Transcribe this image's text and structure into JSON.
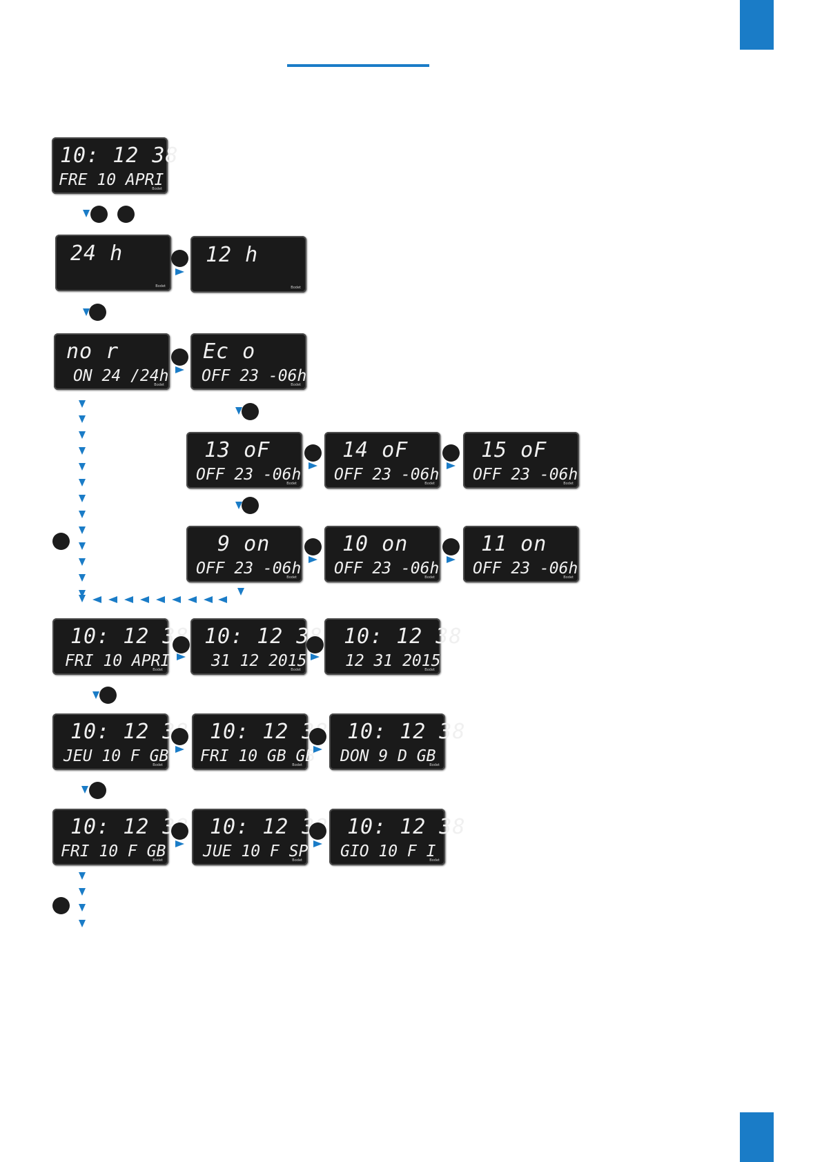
{
  "colors": {
    "accent": "#1a7cc7",
    "lcd_bg": "#1a1a1a",
    "lcd_text": "#f0f0f0",
    "dot": "#1c1c1c"
  },
  "brand_mark": "Bodet",
  "displays": {
    "start": {
      "l1": "10: 12 38",
      "l2": "FRE 10 APRI"
    },
    "h24": {
      "l1": "24 h",
      "l2": ""
    },
    "h12": {
      "l1": "12 h",
      "l2": ""
    },
    "nor": {
      "l1": "no r",
      "l2": "ON 24 /24h"
    },
    "eco": {
      "l1": "Ec o",
      "l2": "OFF 23 -06h"
    },
    "of13": {
      "l1": "13 oF",
      "l2": "OFF 23 -06h"
    },
    "of14": {
      "l1": "14 oF",
      "l2": "OFF 23 -06h"
    },
    "of15": {
      "l1": "15 oF",
      "l2": "OFF 23 -06h"
    },
    "on9": {
      "l1": " 9 on",
      "l2": "OFF 23 -06h"
    },
    "on10": {
      "l1": "10 on",
      "l2": "OFF 23 -06h"
    },
    "on11": {
      "l1": "11 on",
      "l2": "OFF 23 -06h"
    },
    "date_fri": {
      "l1": "10: 12 38",
      "l2": "FRI 10 APRI"
    },
    "date_dmy": {
      "l1": "10: 12 38",
      "l2": "31 12 2015"
    },
    "date_mdy": {
      "l1": "10: 12 38",
      "l2": "12 31 2015"
    },
    "lang_jeu": {
      "l1": "10: 12 38",
      "l2": "JEU 10 F GB"
    },
    "lang_fri": {
      "l1": "10: 12 38",
      "l2": "FRI 10 GB GB"
    },
    "lang_don": {
      "l1": "10: 12 38",
      "l2": "DON 9 D GB"
    },
    "sel_fri": {
      "l1": "10: 12 38",
      "l2": "FRI 10 F GB"
    },
    "sel_jue": {
      "l1": "10: 12 38",
      "l2": "JUE 10 F SP"
    },
    "sel_gio": {
      "l1": "10: 12 38",
      "l2": "GIO 10 F I"
    }
  }
}
